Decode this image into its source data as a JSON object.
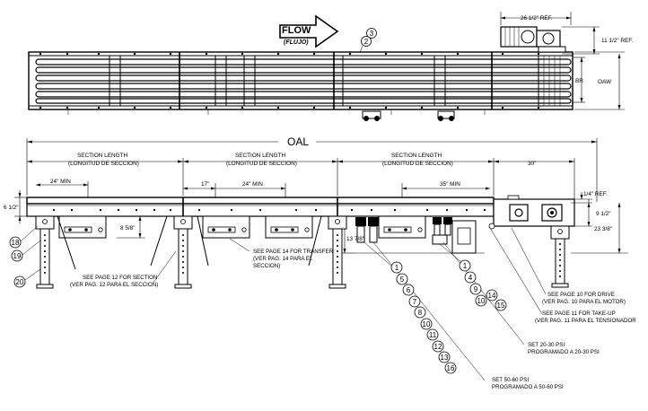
{
  "flow": {
    "label": "FLOW",
    "sub": "(FLUJO)"
  },
  "top_view": {
    "dim_width_ref": "26 1/2\" REF.",
    "dim_height_ref": "11 1/2\" REF.",
    "dim_br": "BR",
    "dim_oaw": "OAW"
  },
  "side_view": {
    "dim_oal": "OAL",
    "section_label": "SECTION LENGTH",
    "section_label_es": "(LONGITUD DE SECCION)",
    "dim_24_min": "24\" MIN",
    "dim_17": "17\"",
    "dim_35_min": "35\" MIN",
    "dim_30": "30\"",
    "dim_6_half": "6 1/2\"",
    "dim_8_5_8": "8 5/8\"",
    "dim_13_7_8": "13 7/8\"",
    "dim_1_4_ref": "1/4\" REF.",
    "dim_9_half": "9 1/2\"",
    "dim_23_3_8": "23 3/8\""
  },
  "notes": {
    "transfer": [
      "SEE PAGE 14 FOR TRANSFER",
      "(VER PAG. 14 PARA EL",
      "SECCION)"
    ],
    "section": [
      "SEE PAGE 12 FOR SECTION",
      "(VER PAG. 12 PARA EL SECCION)"
    ],
    "drive": [
      "SEE PAGE 10 FOR DRIVE",
      "(VER PAG. 10 PARA EL MOTOR)"
    ],
    "takeup": [
      "SEE PAGE 11 FOR TAKE-UP",
      "(VER PAG. 11 PARA EL TENSIONADOR"
    ],
    "psi_20_30": [
      "SET 20-30 PSI",
      "PROGRAMADO A 20-30 PSI"
    ],
    "psi_50_60": [
      "SET 50-60 PSI",
      "PROGRAMADO A 50-60 PSI"
    ]
  },
  "balloons": {
    "top": [
      "3",
      "2"
    ],
    "left": [
      "18",
      "19",
      "20"
    ],
    "chain_a": [
      "1",
      "5",
      "6",
      "7",
      "8",
      "10",
      "11",
      "12",
      "13",
      "16"
    ],
    "chain_b": [
      "1",
      "4",
      "9",
      "10",
      "14",
      "15"
    ]
  }
}
